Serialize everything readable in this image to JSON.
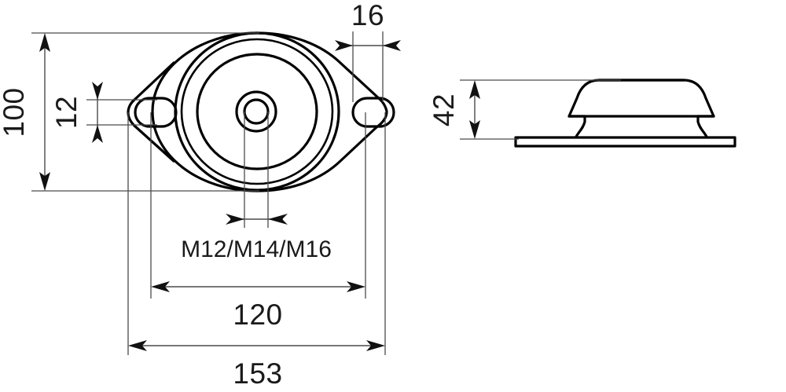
{
  "drawing": {
    "title": "Anti-vibration mount technical drawing",
    "line_color": "#000000",
    "dimension_line_color": "#4a4a4a",
    "text_color": "#1a1a1a",
    "background": "#ffffff",
    "views": {
      "top": {
        "name": "top-view",
        "description": "Oval flange body with two mounting slots and central threaded boss"
      },
      "side": {
        "name": "side-view",
        "description": "Side elevation of mount showing dome on base plate"
      }
    },
    "dimensions": {
      "height_100": {
        "label": "100",
        "name": "dimension-100",
        "orientation": "vertical",
        "view": "top"
      },
      "slot_12": {
        "label": "12",
        "name": "dimension-12",
        "orientation": "vertical",
        "view": "top"
      },
      "slot_16": {
        "label": "16",
        "name": "dimension-16",
        "orientation": "horizontal",
        "view": "top"
      },
      "thread": {
        "label": "M12/M14/M16",
        "name": "dimension-thread-callout",
        "orientation": "horizontal",
        "view": "top"
      },
      "bolt_centers_120": {
        "label": "120",
        "name": "dimension-120",
        "orientation": "horizontal",
        "view": "top"
      },
      "overall_153": {
        "label": "153",
        "name": "dimension-153",
        "orientation": "horizontal",
        "view": "top"
      },
      "height_42": {
        "label": "42",
        "name": "dimension-42",
        "orientation": "vertical",
        "view": "side"
      }
    }
  }
}
